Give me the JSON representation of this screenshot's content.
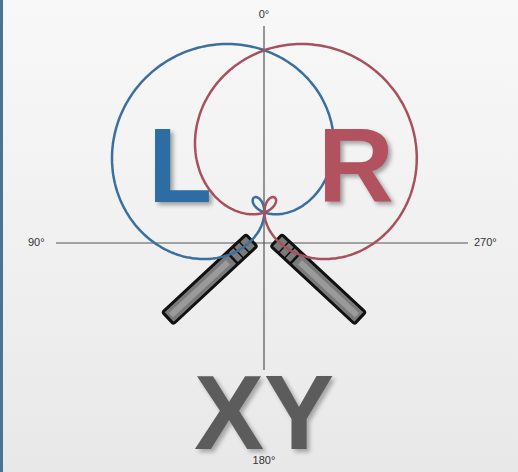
{
  "diagram": {
    "nodes": [
      {
        "text": [
          "L"
        ]
      },
      {
        "text": [
          "R"
        ]
      }
    ],
    "labels": [
      "0°",
      "90°",
      "270°",
      "180°",
      "XY"
    ]
  }
}
